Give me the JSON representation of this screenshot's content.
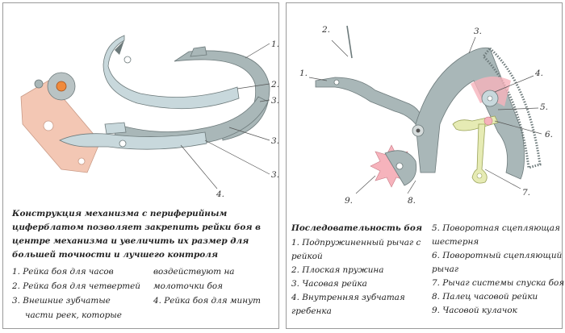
{
  "left": {
    "callouts": [
      "1.",
      "2.",
      "3.",
      "3.",
      "3.",
      "4."
    ],
    "caption": "Конструкция механизма с периферийным циферблатом позволяет закрепить рейки боя в центре механизма и увеличить их размер для большей точности и лучшего контроля",
    "legend": [
      "1. Рейка боя для часов",
      "2. Рейка боя для четвертей",
      "3. Внешние зубчатые",
      "части реек, которые",
      "воздействуют на",
      "молоточки боя",
      "4. Рейка боя для минут"
    ]
  },
  "right": {
    "callouts": [
      "2.",
      "3.",
      "1.",
      "4.",
      "5.",
      "6.",
      "7.",
      "8.",
      "9."
    ],
    "title": "Последовательность боя",
    "legend": [
      "1. Подпружиненный рычаг с",
      "рейкой",
      "2. Плоская пружина",
      "3. Часовая рейка",
      "4. Внутренняя зубчатая",
      "гребенка",
      "5. Поворотная сцепляющая",
      "шестерня",
      "6. Поворотный сцепляющий",
      "рычаг",
      "7. Рычаг системы спуска боя",
      "8. Палец часовой рейки",
      "9. Часовой кулачок"
    ]
  },
  "colors": {
    "steel": "#a9b7b8",
    "steel_light": "#c8d8dc",
    "copper": "#f3c7b4",
    "pink": "#f6b3bc",
    "pale_green": "#e6ebb4",
    "border": "#9a9a9a"
  }
}
